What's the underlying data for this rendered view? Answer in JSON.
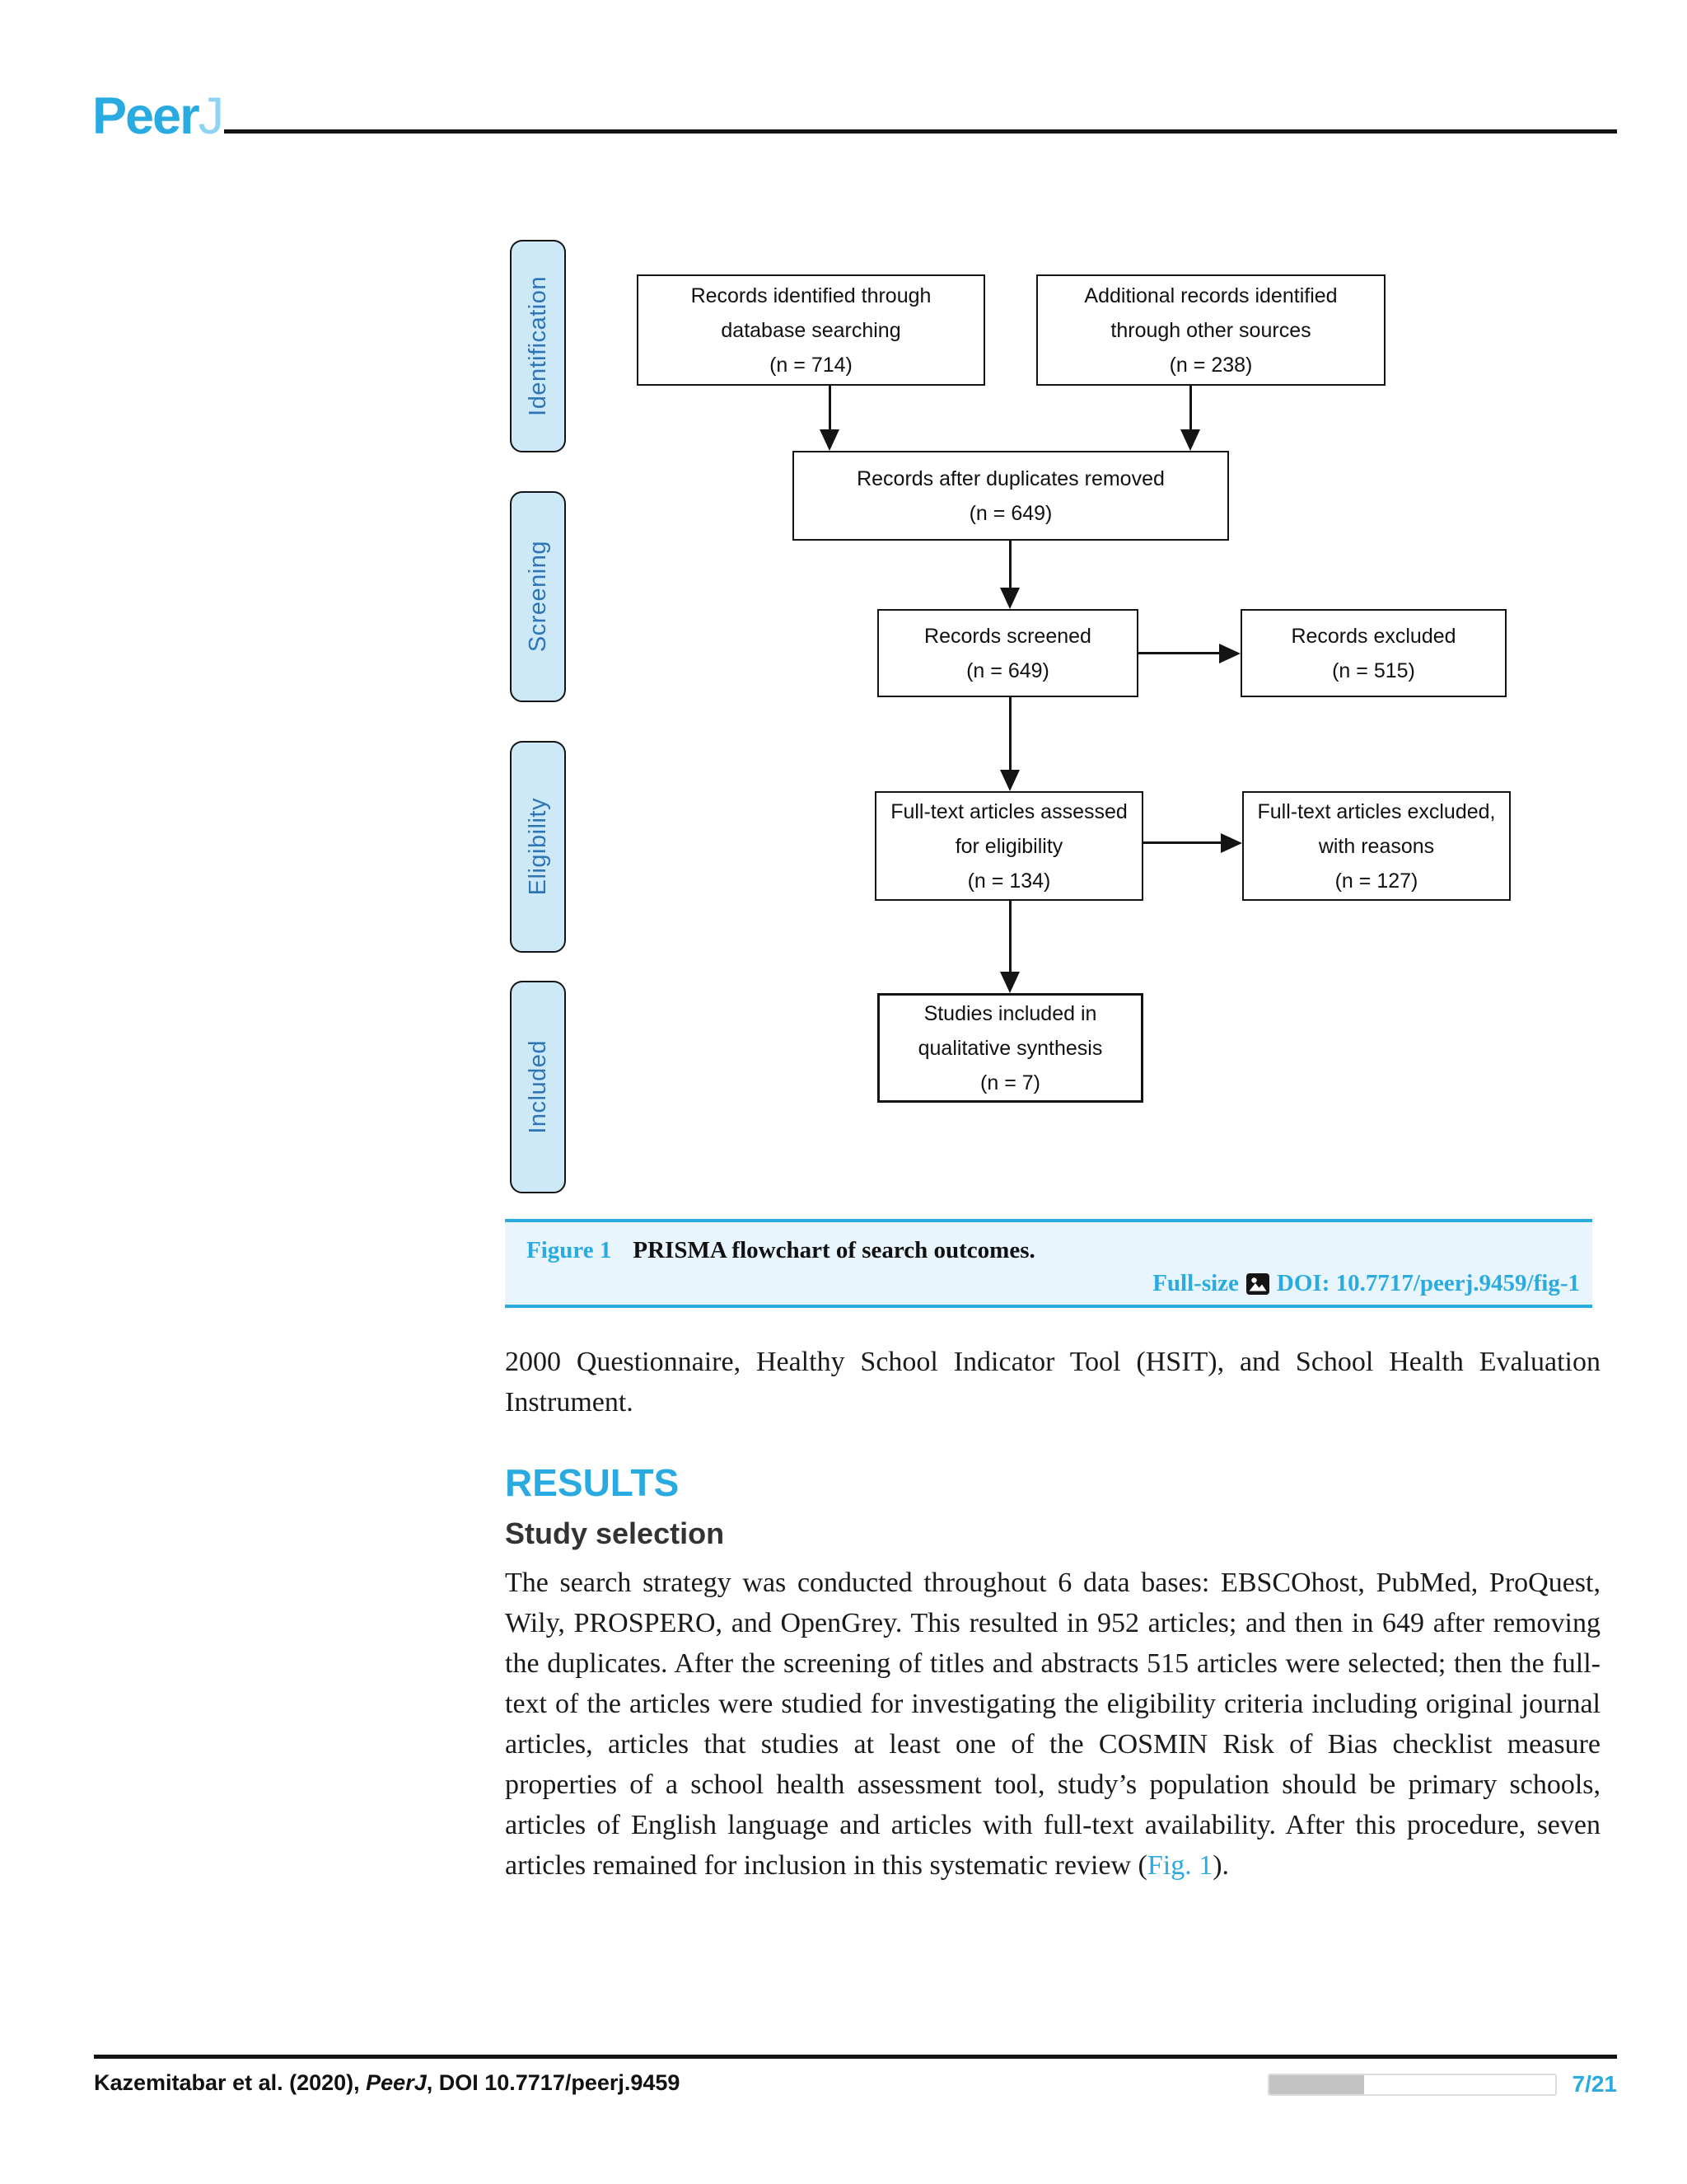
{
  "logo": {
    "text_primary": "Peer",
    "text_secondary": "J"
  },
  "flowchart": {
    "stages": [
      "Identification",
      "Screening",
      "Eligibility",
      "Included"
    ],
    "boxes": {
      "identified": {
        "lines": [
          "Records identified through",
          "database searching",
          "(n = 714)"
        ]
      },
      "additional": {
        "lines": [
          "Additional records identified",
          "through other sources",
          "(n = 238)"
        ]
      },
      "duplicates": {
        "lines": [
          "Records after duplicates removed",
          "(n = 649)"
        ]
      },
      "screened": {
        "lines": [
          "Records screened",
          "(n = 649)"
        ]
      },
      "excluded": {
        "lines": [
          "Records excluded",
          "(n = 515)"
        ]
      },
      "fulltext": {
        "lines": [
          "Full-text articles assessed",
          "for eligibility",
          "(n = 134)"
        ]
      },
      "fulltext_excluded": {
        "lines": [
          "Full-text articles excluded,",
          "with reasons",
          "(n = 127)"
        ]
      },
      "included_studies": {
        "lines": [
          "Studies included in",
          "qualitative synthesis",
          "(n = 7)"
        ]
      }
    }
  },
  "figure": {
    "label": "Figure 1",
    "caption": "PRISMA flowchart of search outcomes.",
    "full_size_label": "Full-size",
    "doi": "DOI: 10.7717/peerj.9459/fig-1",
    "icon": "image-icon"
  },
  "body": {
    "para_top": "2000 Questionnaire, Healthy School Indicator Tool (HSIT), and School Health Evaluation Instrument.",
    "results_heading": "RESULTS",
    "subheading": "Study selection",
    "para_main_before": "The search strategy was conducted throughout 6 data bases: EBSCOhost, PubMed, ProQuest, Wily, PROSPERO, and OpenGrey. This resulted in 952 articles; and then in 649 after removing the duplicates. After the screening of titles and abstracts 515 articles were selected; then the full-text of the articles were studied for investigating the eligibility criteria including original journal articles, articles that studies at least one of the COSMIN Risk of Bias checklist measure properties of a school health assessment tool, study’s population should be primary schools, articles of English language and articles with full-text availability. After this procedure, seven articles remained for inclusion in this systematic review (",
    "para_main_link": "Fig. 1",
    "para_main_after": ")."
  },
  "footer": {
    "citation_prefix": "Kazemitabar et al. (2020), ",
    "citation_journal": "PeerJ",
    "citation_suffix": ", DOI 10.7717/peerj.9459",
    "page_indicator": "7/21",
    "progress_percent": 33
  },
  "colors": {
    "accent": "#29ABE2",
    "stage_fill": "#CDE9F8",
    "stage_text": "#2E75B6",
    "progress_fill": "#C3C3C3",
    "rule": "#111111"
  }
}
